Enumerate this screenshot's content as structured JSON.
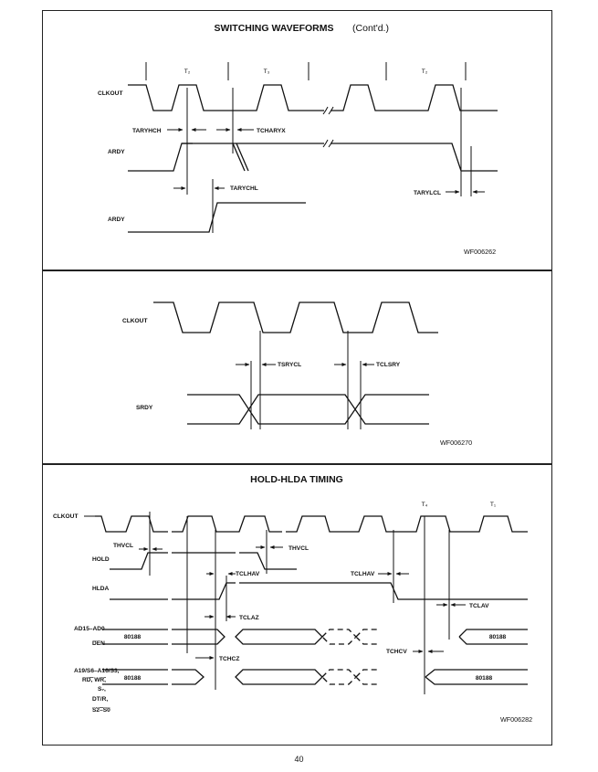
{
  "panel1": {
    "title": "SWITCHING WAVEFORMS",
    "title_suffix": "(Cont'd.)",
    "signals": {
      "clkout": "CLKOUT",
      "ardy": "ARDY",
      "ardy2": "ARDY"
    },
    "states": {
      "t2": "T₂",
      "t3": "T₃",
      "t2b": "T₂"
    },
    "timings": {
      "taryhch": "TARYHCH",
      "tcharyx": "TCHARYX",
      "tarychl": "TARYCHL",
      "tarylcl": "TARYLCL"
    },
    "ref": "WF006262"
  },
  "panel2": {
    "signals": {
      "clkout": "CLKOUT",
      "srdy": "SRDY"
    },
    "timings": {
      "tsrycl": "TSRYCL",
      "tclsry": "TCLSRY"
    },
    "ref": "WF006270"
  },
  "panel3": {
    "title": "HOLD-HLDA TIMING",
    "states": {
      "t4": "T₄",
      "t1": "T₁"
    },
    "signals": {
      "clkout": "CLKOUT",
      "hold": "HOLD",
      "hlda": "HLDA",
      "ad": "AD15–AD0",
      "den": "DEN",
      "a19_line1": "A19/S6–A16/S3,",
      "a19_line2": "RD, WR,",
      "a19_line3": "S₇,",
      "a19_line4": "DT/R,",
      "a19_line5": "S2–S0"
    },
    "bus_values": {
      "ad_left": "80188",
      "ad_right": "80188",
      "a19_left": "80188",
      "a19_right": "80188"
    },
    "timings": {
      "thvcl_a": "THVCL",
      "thvcl_b": "THVCL",
      "tclhav_a": "TCLHAV",
      "tclhav_b": "TCLHAV",
      "tclaz": "TCLAZ",
      "tchcz": "TCHCZ",
      "tchcv": "TCHCV",
      "tclav": "TCLAV"
    },
    "ref": "WF006282"
  },
  "page_number": "40"
}
